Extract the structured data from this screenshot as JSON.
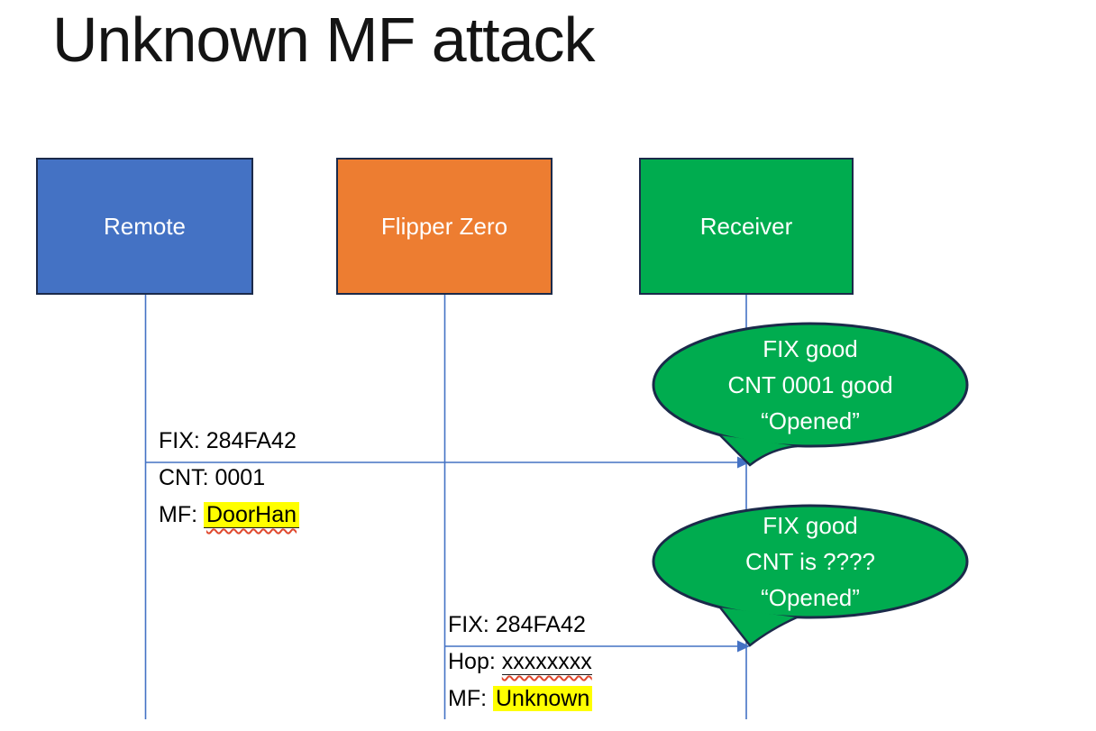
{
  "title": "Unknown MF attack",
  "actors": {
    "remote": {
      "label": "Remote"
    },
    "flipper": {
      "label": "Flipper Zero"
    },
    "receiver": {
      "label": "Receiver"
    }
  },
  "message1": {
    "line1": "FIX: 284FA42",
    "line2": "CNT: 0001",
    "line3_prefix": "MF: ",
    "line3_value": "DoorHan"
  },
  "message2": {
    "line1": "FIX: 284FA42",
    "line2_prefix": "Hop: ",
    "line2_value": "xxxxxxxx",
    "line3_prefix": "MF: ",
    "line3_value": "Unknown"
  },
  "callout1": {
    "line1": "FIX good",
    "line2": "CNT 0001 good",
    "line3": "“Opened”"
  },
  "callout2": {
    "line1": "FIX good",
    "line2": "CNT is ????",
    "line3": "“Opened”"
  },
  "colors": {
    "remote_fill": "#4472c4",
    "flipper_fill": "#ed7d31",
    "receiver_fill": "#00ac4f",
    "callout_fill": "#00ac4f",
    "shape_outline": "#1b2a4a",
    "connector_blue": "#4472c4",
    "highlight_yellow": "#ffff00",
    "squiggle_red": "#e0492e",
    "title_text": "#141414",
    "body_text": "#000000",
    "actor_text": "#ffffff"
  }
}
